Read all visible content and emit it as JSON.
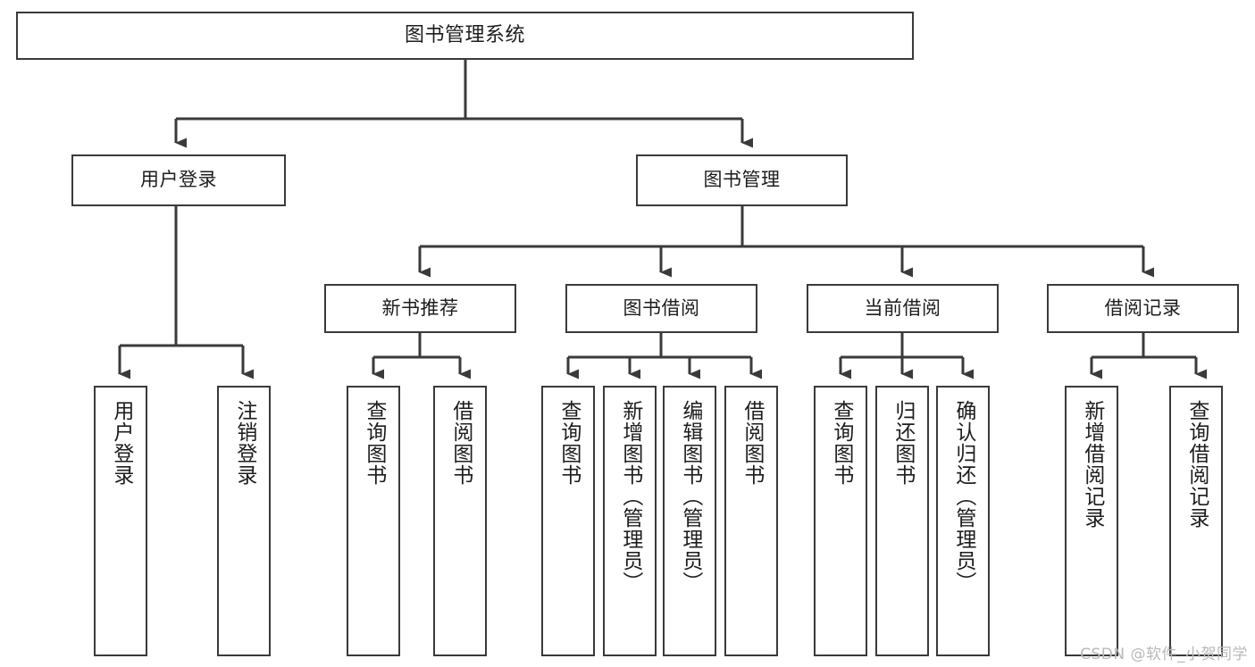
{
  "diagram": {
    "type": "tree-hierarchy",
    "title": "图书管理系统",
    "colors": {
      "box_border": "#3a3a3a",
      "box_fill": "#ffffff",
      "connector": "#3a3a3a",
      "text": "#1d1d1d",
      "watermark": "#b9b9b9",
      "background": "#ffffff"
    },
    "root": {
      "id": "root",
      "label": "图书管理系统"
    },
    "level2": [
      {
        "id": "l2-0",
        "label": "用户登录"
      },
      {
        "id": "l2-1",
        "label": "图书管理"
      }
    ],
    "level3": [
      {
        "id": "l3-0",
        "label": "新书推荐",
        "parent": "l2-1"
      },
      {
        "id": "l3-1",
        "label": "图书借阅",
        "parent": "l2-1"
      },
      {
        "id": "l3-2",
        "label": "当前借阅",
        "parent": "l2-1"
      },
      {
        "id": "l3-3",
        "label": "借阅记录",
        "parent": "l2-1"
      }
    ],
    "leaves": [
      {
        "id": "leaf-0",
        "label": "用户登录",
        "parent": "l2-0"
      },
      {
        "id": "leaf-1",
        "label": "注销登录",
        "parent": "l2-0"
      },
      {
        "id": "leaf-2",
        "label": "查询图书",
        "parent": "l3-0"
      },
      {
        "id": "leaf-3",
        "label": "借阅图书",
        "parent": "l3-0"
      },
      {
        "id": "leaf-4",
        "label": "查询图书",
        "parent": "l3-1"
      },
      {
        "id": "leaf-5",
        "label": "新增图书（管理员）",
        "parent": "l3-1"
      },
      {
        "id": "leaf-6",
        "label": "编辑图书（管理员）",
        "parent": "l3-1"
      },
      {
        "id": "leaf-7",
        "label": "借阅图书",
        "parent": "l3-1"
      },
      {
        "id": "leaf-8",
        "label": "查询图书",
        "parent": "l3-2"
      },
      {
        "id": "leaf-9",
        "label": "归还图书",
        "parent": "l3-2"
      },
      {
        "id": "leaf-10",
        "label": "确认归还（管理员）",
        "parent": "l3-2"
      },
      {
        "id": "leaf-11",
        "label": "新增借阅记录",
        "parent": "l3-3"
      },
      {
        "id": "leaf-12",
        "label": "查询借阅记录",
        "parent": "l3-3"
      }
    ]
  },
  "watermark": {
    "text": "CSDN @软件_小贺同学"
  }
}
